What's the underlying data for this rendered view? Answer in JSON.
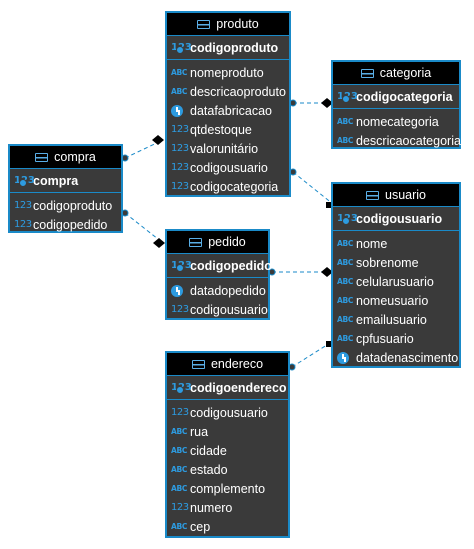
{
  "tables": {
    "produto": {
      "name": "produto",
      "pk": "codigoproduto",
      "columns": [
        {
          "name": "nomeproduto",
          "type": "abc"
        },
        {
          "name": "descricaoproduto",
          "type": "abc"
        },
        {
          "name": "datafabricacao",
          "type": "date"
        },
        {
          "name": "qtdestoque",
          "type": "num"
        },
        {
          "name": "valorunitário",
          "type": "num"
        },
        {
          "name": "codigousuario",
          "type": "num"
        },
        {
          "name": "codigocategoria",
          "type": "num"
        }
      ]
    },
    "categoria": {
      "name": "categoria",
      "pk": "codigocategoria",
      "columns": [
        {
          "name": "nomecategoria",
          "type": "abc"
        },
        {
          "name": "descricaocategoria",
          "type": "abc"
        }
      ]
    },
    "compra": {
      "name": "compra",
      "pk": "compra",
      "columns": [
        {
          "name": "codigoproduto",
          "type": "num"
        },
        {
          "name": "codigopedido",
          "type": "num"
        }
      ]
    },
    "pedido": {
      "name": "pedido",
      "pk": "codigopedido",
      "columns": [
        {
          "name": "datadopedido",
          "type": "date"
        },
        {
          "name": "codigousuario",
          "type": "num"
        }
      ]
    },
    "usuario": {
      "name": "usuario",
      "pk": "codigousuario",
      "columns": [
        {
          "name": "nome",
          "type": "abc"
        },
        {
          "name": "sobrenome",
          "type": "abc"
        },
        {
          "name": "celularusuario",
          "type": "abc"
        },
        {
          "name": "nomeusuario",
          "type": "abc"
        },
        {
          "name": "emailusuario",
          "type": "abc"
        },
        {
          "name": "cpfusuario",
          "type": "abc"
        },
        {
          "name": "datadenascimento",
          "type": "date"
        }
      ]
    },
    "endereco": {
      "name": "endereco",
      "pk": "codigoendereco",
      "columns": [
        {
          "name": "codigousuario",
          "type": "num"
        },
        {
          "name": "rua",
          "type": "abc"
        },
        {
          "name": "cidade",
          "type": "abc"
        },
        {
          "name": "estado",
          "type": "abc"
        },
        {
          "name": "complemento",
          "type": "abc"
        },
        {
          "name": "numero",
          "type": "num"
        },
        {
          "name": "cep",
          "type": "abc"
        }
      ]
    }
  },
  "icons": {
    "num": "123",
    "abc": "ABC",
    "key": "123"
  },
  "colors": {
    "border": "#1a8ac8",
    "body": "#3a3a3a",
    "header": "#000000",
    "icon": "#2d9be0",
    "link": "#1a8ac8"
  }
}
